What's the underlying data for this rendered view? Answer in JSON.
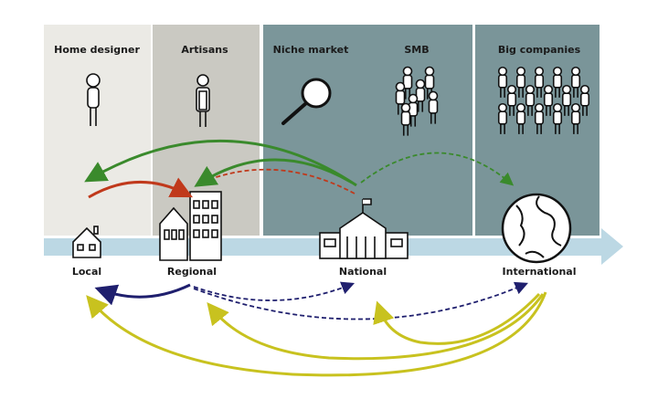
{
  "segments": [
    {
      "label": "Home designer",
      "color": "#ebeae5"
    },
    {
      "label": "Artisans",
      "color": "#cac9c2"
    },
    {
      "label": "Niche market",
      "color": "#7b969a"
    },
    {
      "label": "SMB",
      "color": "#7b969a"
    },
    {
      "label": "Big companies",
      "color": "#7a9599"
    }
  ],
  "scale": [
    {
      "label": "Local",
      "icon": "house-icon"
    },
    {
      "label": "Regional",
      "icon": "city-buildings-icon"
    },
    {
      "label": "National",
      "icon": "capitol-building-icon"
    },
    {
      "label": "International",
      "icon": "globe-icon"
    }
  ],
  "colors": {
    "axis": "#bcd8e4",
    "red": "#c0391b",
    "green": "#3a8a2c",
    "navy": "#1f1f6e",
    "yellow": "#c8c21f"
  }
}
